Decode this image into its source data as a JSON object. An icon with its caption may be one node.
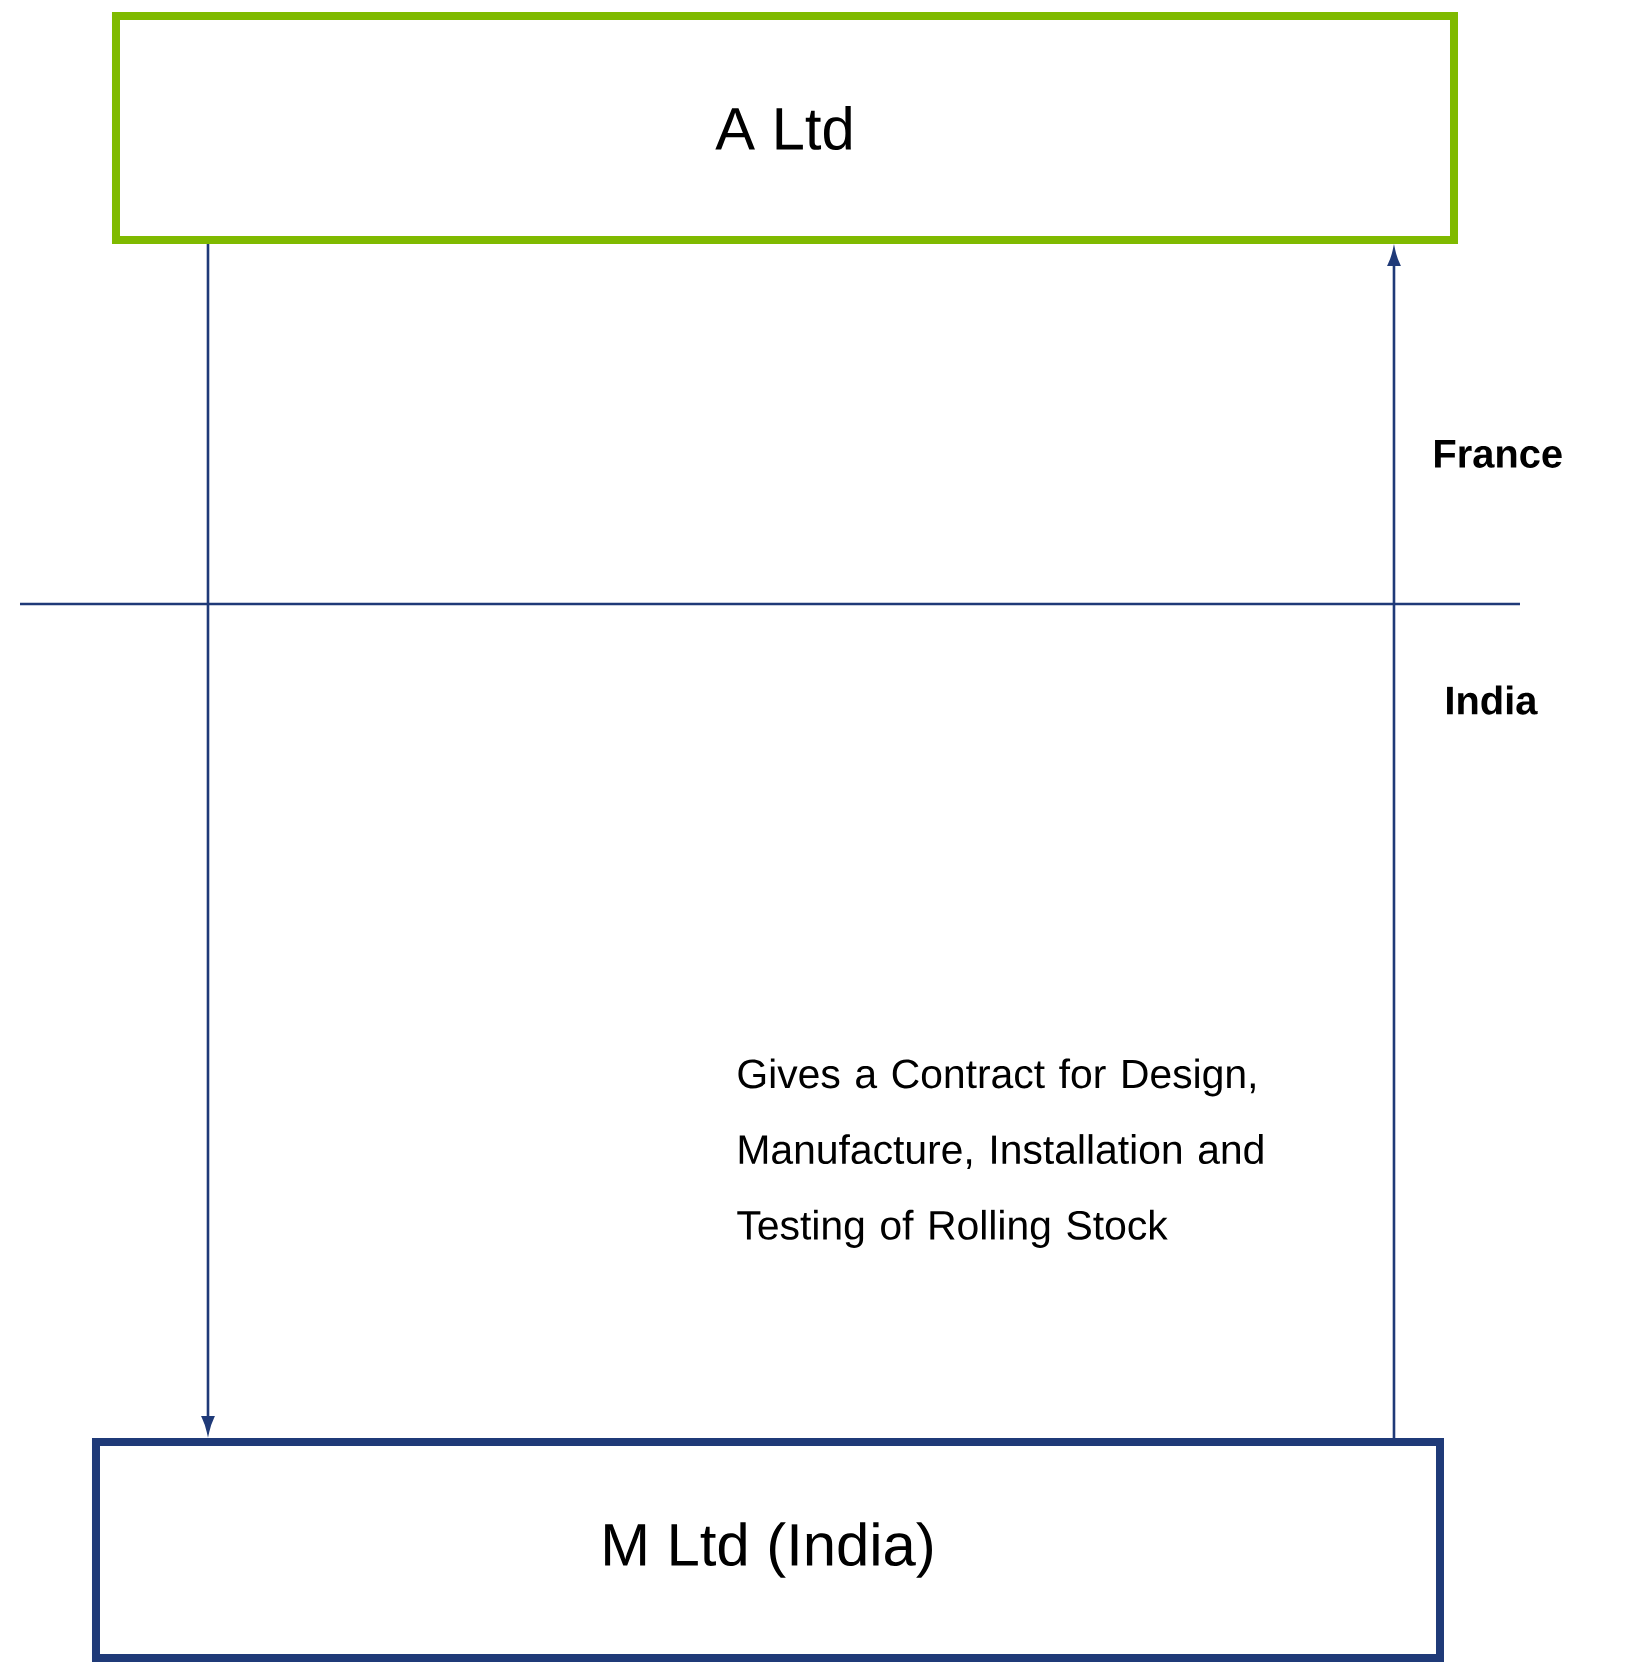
{
  "diagram": {
    "nodes": [
      {
        "text": [
          "A Ltd"
        ]
      },
      {
        "text": [
          "M Ltd (India)"
        ]
      }
    ],
    "edges": [
      {
        "from": 0,
        "to": 1,
        "arrow": "to"
      },
      {
        "from": 1,
        "to": 0,
        "arrow": "to",
        "label": "Gives a Contract for Design, Manufacture, Installation and Testing of Rolling Stock"
      }
    ],
    "labels": [
      "France",
      "India"
    ]
  }
}
